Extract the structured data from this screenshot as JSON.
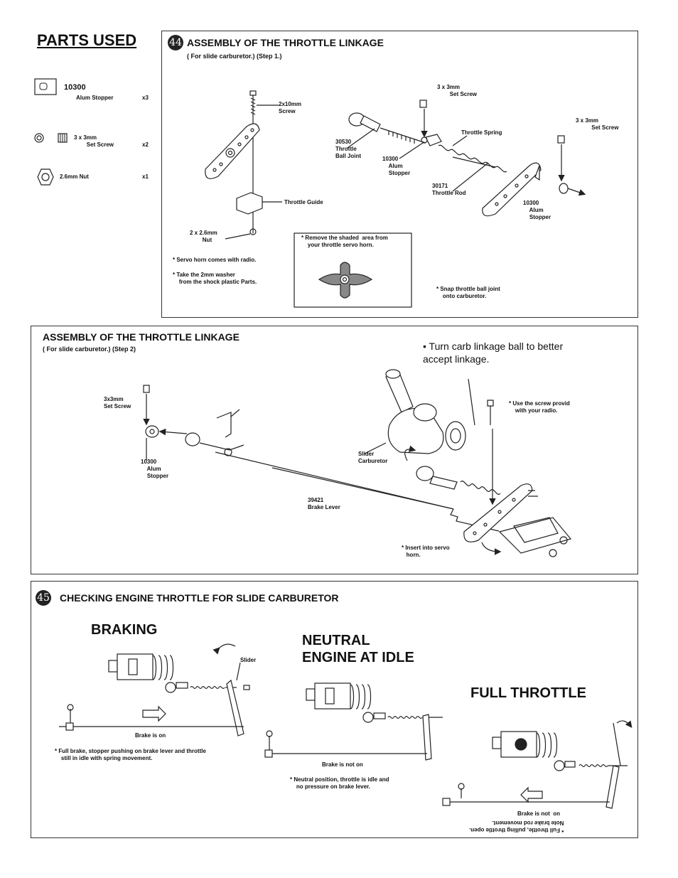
{
  "parts_used": {
    "title": "PARTS USED",
    "items": [
      {
        "code": "10300",
        "name": "Alum Stopper",
        "qty": "x3"
      },
      {
        "name": "3 x 3mm\n        Set Screw",
        "qty": "x2"
      },
      {
        "name": "2.6mm Nut",
        "qty": "x1"
      }
    ]
  },
  "step44": {
    "badge": "44",
    "title": "ASSEMBLY OF THE THROTTLE LINKAGE",
    "subtitle": "( For slide carburetor.) (Step 1.)",
    "labels": {
      "screw_2x10": "2x10mm\nScrew",
      "throttle_guide": "Throttle Guide",
      "nut_2x26": "2 x 2.6mm\n        Nut",
      "set_screw_a": "3 x 3mm\n        Set Screw",
      "set_screw_b": "3 x 3mm\n          Set Screw",
      "ball_joint": "30530\nThrottle\nBall Joint",
      "alum_stopper_a": "10300\n    Alum\n    Stopper",
      "throttle_spring": "Throttle Spring",
      "throttle_rod": "30171\nThrottle Rod",
      "alum_stopper_b": "10300\n    Alum\n    Stopper"
    },
    "notes": {
      "servo_horn": "* Servo horn comes with radio.",
      "washer": "* Take the 2mm washer\n    from the shock plastic Parts.",
      "remove_shaded": "* Remove the shaded  area from\n    your throttle servo horn.",
      "snap": "* Snap throttle ball joint\n    onto carburetor."
    }
  },
  "step2": {
    "title": "ASSEMBLY OF THE THROTTLE LINKAGE",
    "subtitle": "( For slide carburetor.) (Step 2)",
    "tip": "• Turn carb linkage ball to better\naccept linkage.",
    "labels": {
      "set_screw": "3x3mm\nSet Screw",
      "alum_stopper": "10300\n    Alum\n    Stopper",
      "brake_lever": "39421\nBrake Lever",
      "slider_carb": "Slider\nCarburetor",
      "use_screw": "* Use the screw provid\n    with your radio.",
      "insert": "* Insert into servo\n   horn."
    }
  },
  "step45": {
    "badge": "45",
    "title": "CHECKING  ENGINE THROTTLE  FOR SLIDE CARBURETOR",
    "braking": {
      "heading": "BRAKING",
      "slider_label": "Slider",
      "status": "Brake is on",
      "note": "* Full brake, stopper pushing on brake lever and throttle\n    still in idle with spring movement."
    },
    "neutral": {
      "heading": "NEUTRAL\nENGINE AT IDLE",
      "status": "Brake is not on",
      "note": "* Neutral position, throttle is idle and\n    no pressure on brake lever."
    },
    "full": {
      "heading": "FULL THROTTLE",
      "status": "Brake is not  on",
      "note": "* Full throttle, pulling throttle open.\nNote brake rod movement."
    }
  }
}
